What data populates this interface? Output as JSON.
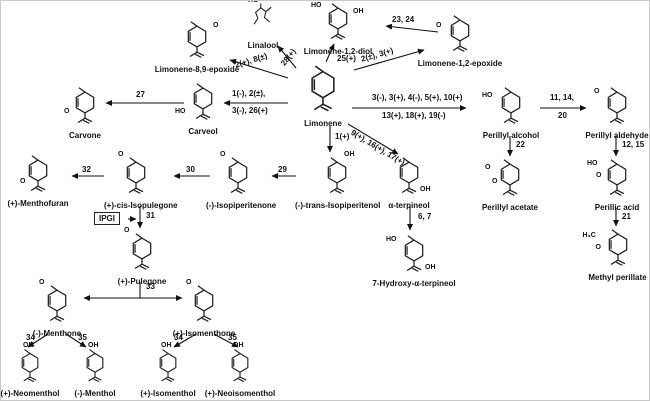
{
  "nodes": {
    "carvone": {
      "label": "Carvone",
      "atom": "O"
    },
    "carveol": {
      "label": "Carveol",
      "atom": "HO"
    },
    "limonene": {
      "label": "Limonene"
    },
    "linalool": {
      "label": "Linalool",
      "atom": "HO"
    },
    "diol": {
      "label": "Limonene-1,2-diol",
      "atom": "HO",
      "atom2": "OH"
    },
    "epoxide12": {
      "label": "Limonene-1,2-epoxide",
      "atom": "O"
    },
    "epoxide89": {
      "label": "Limonene-8,9-epoxide",
      "atom": "O"
    },
    "perillyl_alcohol": {
      "label": "Perillyl alcohol",
      "atom": "HO"
    },
    "perillyl_aldehyde": {
      "label": "Perillyl aldehyde",
      "atom": "O"
    },
    "perillyl_acetate": {
      "label": "Perillyl acetate",
      "atom": "O",
      "atom2": "O"
    },
    "perillic_acid": {
      "label": "Perillic acid",
      "atom": "HO",
      "atom2": "O"
    },
    "methyl_perillate": {
      "label": "Methyl perillate",
      "atom": "H₃C",
      "atom2": "O"
    },
    "trans_isopiperitenol": {
      "label": "(-)-trans-Isopiperitenol",
      "atom": "OH"
    },
    "alpha_terpineol": {
      "label": "α-terpineol",
      "atom": "OH"
    },
    "hydroxy_terpineol": {
      "label": "7-Hydroxy-α-terpineol",
      "atom": "HO",
      "atom2": "OH"
    },
    "isopiperitenone": {
      "label": "(-)-Isopiperitenone",
      "atom": "O"
    },
    "cis_isopulegone": {
      "label": "(+)-cis-Isopulegone",
      "atom": "O"
    },
    "menthofuran": {
      "label": "(+)-Menthofuran",
      "atom": "O"
    },
    "pulegone": {
      "label": "(+)-Pulegone",
      "atom": "O"
    },
    "ipgi": {
      "label": "IPGI"
    },
    "menthone": {
      "label": "(-)-Menthone",
      "atom": "O"
    },
    "isomenthone": {
      "label": "(+)-Isomenthone",
      "atom": "O"
    },
    "neomenthol": {
      "label": "(+)-Neomenthol",
      "atom": "OH"
    },
    "menthol": {
      "label": "(-)-Menthol",
      "atom": "OH"
    },
    "isomenthol": {
      "label": "(+)-Isomenthol",
      "atom": "OH"
    },
    "neoisomenthol": {
      "label": "(+)-Neoisomenthol",
      "atom": "OH"
    }
  },
  "arrows": {
    "limonene_to_89_epoxide": "2(+), 8(±)",
    "limonene_to_linalool": "28(+)",
    "limonene_to_diol": "25(+)",
    "limonene_to_12_epoxide": "2(±), 3(+)",
    "epoxide_to_diol": "23, 24",
    "limonene_to_carveol_line1": "1(-), 2(±),",
    "limonene_to_carveol_line2": "3(-), 26(+)",
    "carveol_to_carvone": "27",
    "limonene_to_perillyl_line1": "3(-), 3(+), 4(-), 5(+), 10(+)",
    "limonene_to_perillyl_line2": "13(+), 18(+), 19(-)",
    "alcohol_to_aldehyde_line1": "11, 14,",
    "alcohol_to_aldehyde_line2": "20",
    "alcohol_to_acetate": "22",
    "aldehyde_to_perillic": "12, 15",
    "perillic_to_methyl": "21",
    "limonene_to_isopiperitenol": "1(+)",
    "limonene_to_terpineol": "9(+), 16(+), 17(+)",
    "terpineol_to_hydroxy": "6, 7",
    "isopiperitenol_to_isopiperitenone": "29",
    "isopiperitenone_to_isopulegone": "30",
    "isopulegone_to_menthofuran": "32",
    "isopulegone_to_pulegone": "31",
    "pulegone_to_menthones": "33",
    "menthone_to_neomenthol": "34",
    "menthone_to_menthol": "35",
    "isomenthone_to_isomenthol": "34",
    "isomenthone_to_neoisomenthol": "35"
  }
}
